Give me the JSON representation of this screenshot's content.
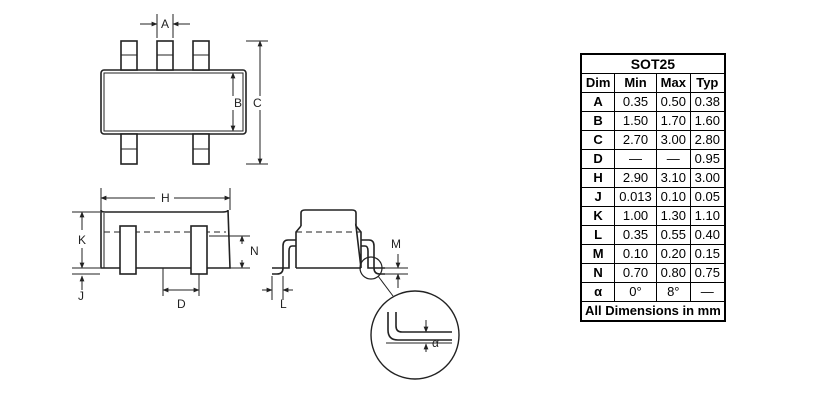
{
  "drawing": {
    "labels": {
      "A": "A",
      "B": "B",
      "C": "C",
      "H": "H",
      "K": "K",
      "J": "J",
      "N": "N",
      "D": "D",
      "L": "L",
      "M": "M",
      "alpha": "α"
    }
  },
  "table": {
    "title": "SOT25",
    "headers": [
      "Dim",
      "Min",
      "Max",
      "Typ"
    ],
    "rows": [
      [
        "A",
        "0.35",
        "0.50",
        "0.38"
      ],
      [
        "B",
        "1.50",
        "1.70",
        "1.60"
      ],
      [
        "C",
        "2.70",
        "3.00",
        "2.80"
      ],
      [
        "D",
        "—",
        "—",
        "0.95"
      ],
      [
        "H",
        "2.90",
        "3.10",
        "3.00"
      ],
      [
        "J",
        "0.013",
        "0.10",
        "0.05"
      ],
      [
        "K",
        "1.00",
        "1.30",
        "1.10"
      ],
      [
        "L",
        "0.35",
        "0.55",
        "0.40"
      ],
      [
        "M",
        "0.10",
        "0.20",
        "0.15"
      ],
      [
        "N",
        "0.70",
        "0.80",
        "0.75"
      ],
      [
        "α",
        "0°",
        "8°",
        "—"
      ]
    ],
    "footer": "All Dimensions in mm"
  }
}
